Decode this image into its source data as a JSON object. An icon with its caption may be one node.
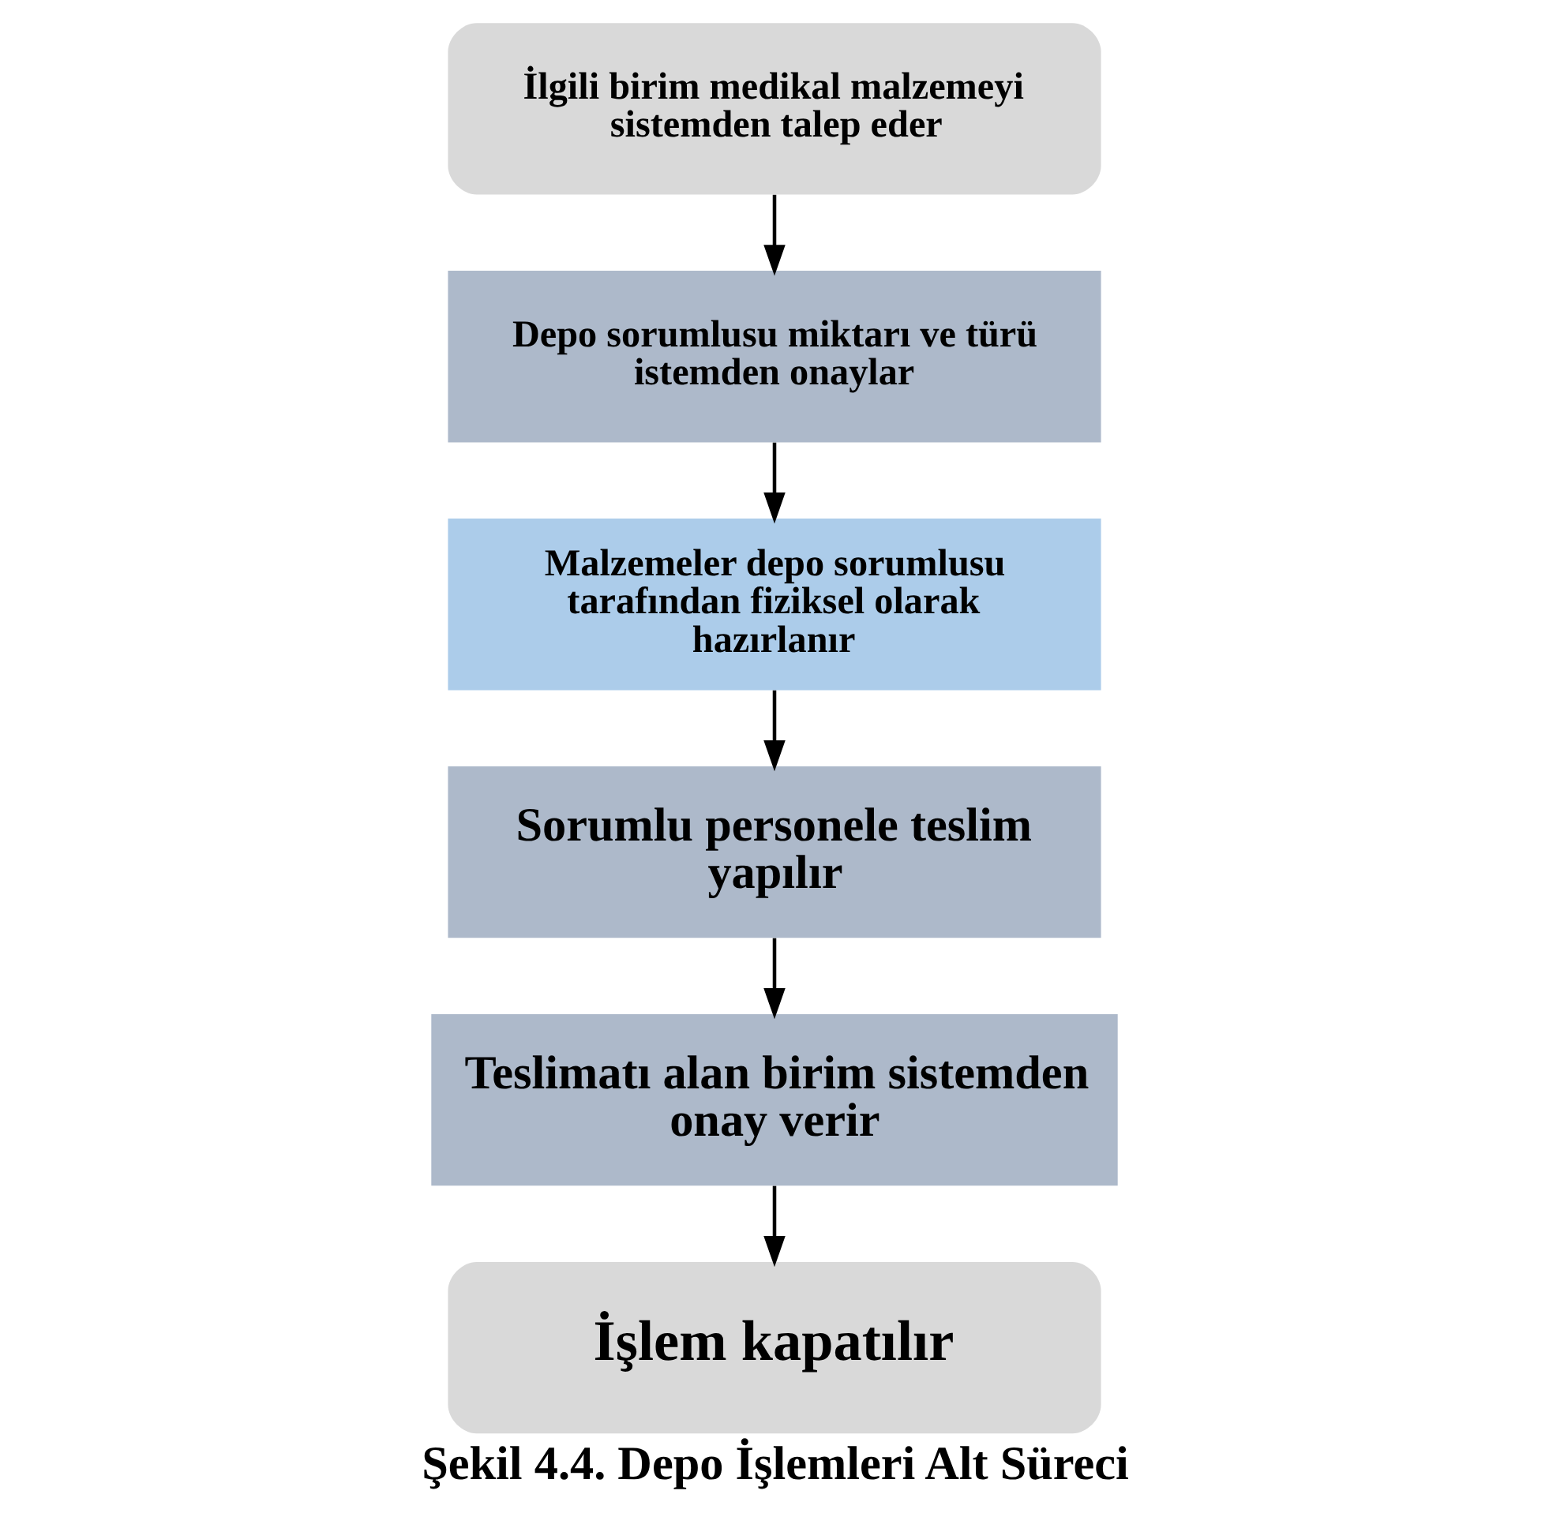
{
  "diagram": {
    "caption": "Şekil 4.4. Depo İşlemleri Alt Süreci",
    "nodes": [
      {
        "text": [
          "İlgili birim medikal malzemeyi sistemden talep eder"
        ]
      },
      {
        "text": [
          "Depo sorumlusu miktarı ve türü istemden onaylar"
        ]
      },
      {
        "text": [
          "Malzemeler depo sorumlusu tarafından fiziksel olarak hazırlanır"
        ]
      },
      {
        "text": [
          "Sorumlu personele teslim yapılır"
        ]
      },
      {
        "text": [
          "Teslimatı alan birim sistemden onay verir"
        ]
      },
      {
        "text": [
          "İşlem kapatılır"
        ]
      }
    ],
    "edges": [
      {
        "from": 0,
        "to": 1,
        "arrow": "to"
      },
      {
        "from": 1,
        "to": 2,
        "arrow": "to"
      },
      {
        "from": 2,
        "to": 3,
        "arrow": "to"
      },
      {
        "from": 3,
        "to": 4,
        "arrow": "to"
      },
      {
        "from": 4,
        "to": 5,
        "arrow": "to"
      }
    ]
  }
}
